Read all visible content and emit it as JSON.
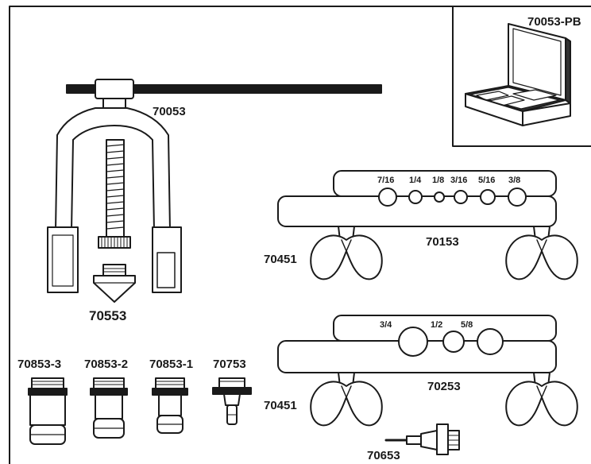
{
  "inset": {
    "part_number": "70053-PB"
  },
  "puller": {
    "part_number": "70053"
  },
  "cone": {
    "part_number": "70553"
  },
  "adapters": [
    {
      "part_number": "70853-3"
    },
    {
      "part_number": "70853-2"
    },
    {
      "part_number": "70853-1"
    },
    {
      "part_number": "70753"
    }
  ],
  "flaring_bar_upper": {
    "part_number": "70153",
    "clamp_part_number": "70451",
    "hole_sizes": [
      "7/16",
      "1/4",
      "1/8",
      "3/16",
      "5/16",
      "3/8"
    ]
  },
  "flaring_bar_lower": {
    "part_number": "70253",
    "clamp_part_number": "70451",
    "hole_sizes": [
      "3/4",
      "1/2",
      "5/8"
    ]
  },
  "small_tool": {
    "part_number": "70653"
  }
}
